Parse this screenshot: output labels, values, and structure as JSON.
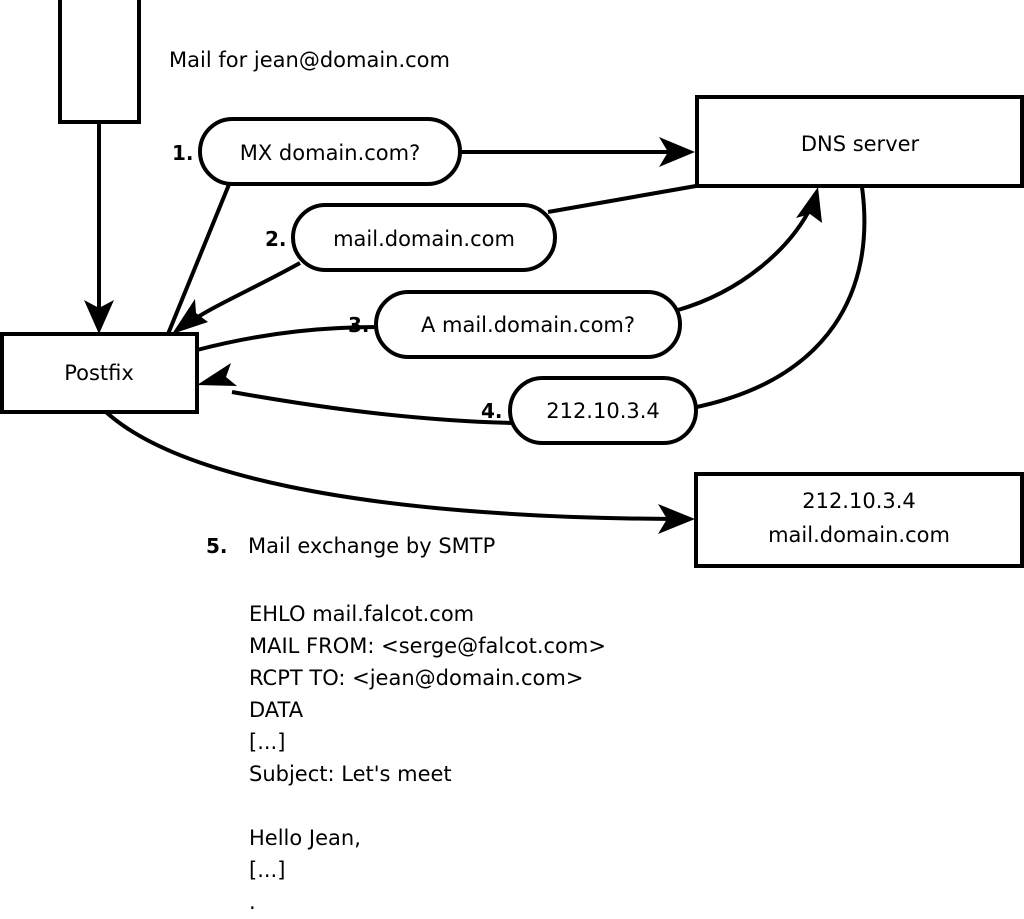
{
  "diagram": {
    "title_caption": "Mail for jean@domain.com",
    "nodes": {
      "source_box": {
        "label": ""
      },
      "postfix": {
        "label": "Postfix"
      },
      "dns_server": {
        "label": "DNS server"
      },
      "mail_server": {
        "line1": "212.10.3.4",
        "line2": "mail.domain.com"
      }
    },
    "steps": [
      {
        "num": "1.",
        "label": "MX domain.com?"
      },
      {
        "num": "2.",
        "label": "mail.domain.com"
      },
      {
        "num": "3.",
        "label": "A mail.domain.com?"
      },
      {
        "num": "4.",
        "label": "212.10.3.4"
      }
    ],
    "step5": {
      "num": "5.",
      "label": "Mail exchange by SMTP"
    },
    "smtp_transcript": [
      "EHLO mail.falcot.com",
      "MAIL FROM: <serge@falcot.com>",
      "RCPT TO: <jean@domain.com>",
      "DATA",
      "[...]",
      "Subject: Let's meet",
      "",
      "Hello Jean,",
      "[...]",
      "."
    ],
    "colors": {
      "stroke": "#000000",
      "fill": "#ffffff",
      "text": "#000000"
    }
  }
}
